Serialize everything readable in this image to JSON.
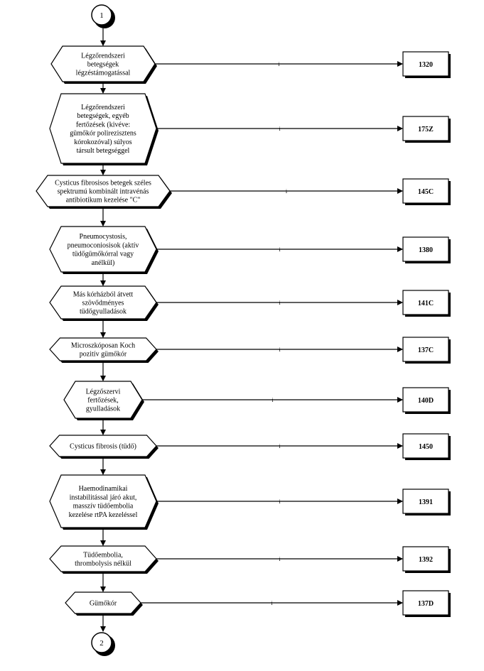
{
  "start_connector": "1",
  "end_connector": "2",
  "branch_label": "i",
  "nodes": [
    {
      "lines": [
        "Légzőrendszeri",
        "betegségek",
        "légzéstámogatással"
      ],
      "code": "1320"
    },
    {
      "lines": [
        "Légzőrendszeri",
        "betegségek, egyéb",
        "fertőzések (kivéve:",
        "gümőkór polirezisztens",
        "kórokozóval) súlyos",
        "társult betegséggel"
      ],
      "code": "175Z"
    },
    {
      "lines": [
        "Cysticus fibrosisos betegek széles",
        "spektrumú kombinált intravénás",
        "antibiotikum kezelése \"C\""
      ],
      "code": "145C"
    },
    {
      "lines": [
        "Pneumocystosis,",
        "pneumoconiosisok (aktív",
        "tüdőgümőkórral vagy",
        "anélkül)"
      ],
      "code": "1380"
    },
    {
      "lines": [
        "Más kórházból átvett",
        "szövődményes",
        "tüdőgyulladások"
      ],
      "code": "141C"
    },
    {
      "lines": [
        "Microszkóposan Koch",
        "pozitív gümőkór"
      ],
      "code": "137C"
    },
    {
      "lines": [
        "Légzőszervi",
        "fertőzések,",
        "gyulladások"
      ],
      "code": "140D"
    },
    {
      "lines": [
        "Cysticus fibrosis (tüdő)"
      ],
      "code": "1450"
    },
    {
      "lines": [
        "Haemodinamikai",
        "instabilitással járó akut,",
        "masszív tüdőembolia",
        "kezelése rtPA kezeléssel"
      ],
      "code": "1391"
    },
    {
      "lines": [
        "Tüdőembolia,",
        "thrombolysis nélkül"
      ],
      "code": "1392"
    },
    {
      "lines": [
        "Gümőkór"
      ],
      "code": "137D"
    }
  ]
}
